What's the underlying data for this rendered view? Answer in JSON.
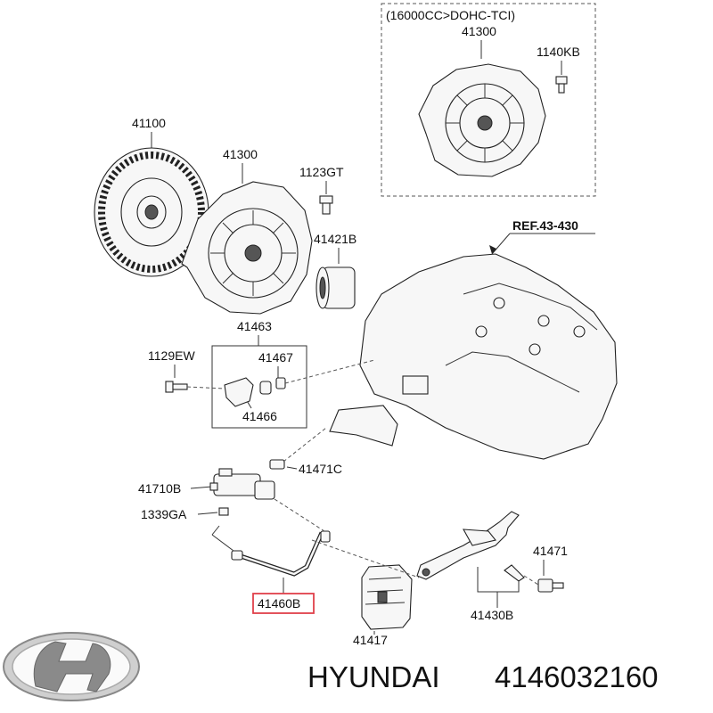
{
  "variant_box": {
    "header": "(16000CC>DOHC-TCI)",
    "part_label": "41300",
    "bolt_label": "1140KB"
  },
  "ref_label": "REF.43-430",
  "parts": {
    "clutch_disc": "41100",
    "clutch_cover": "41300",
    "cover_bolt": "1123GT",
    "release_bearing": "41421B",
    "bracket_assy": "41463",
    "bracket_bolt": "1129EW",
    "bushing": "41467",
    "bracket": "41466",
    "fitting": "41471C",
    "cylinder": "41710B",
    "clip": "1339GA",
    "hose": "41460B",
    "boot": "41417",
    "fork": "41430B",
    "fork_bolt": "41471"
  },
  "brand": "HYUNDAI",
  "part_number": "4146032160",
  "highlight_color": "#e0404a"
}
